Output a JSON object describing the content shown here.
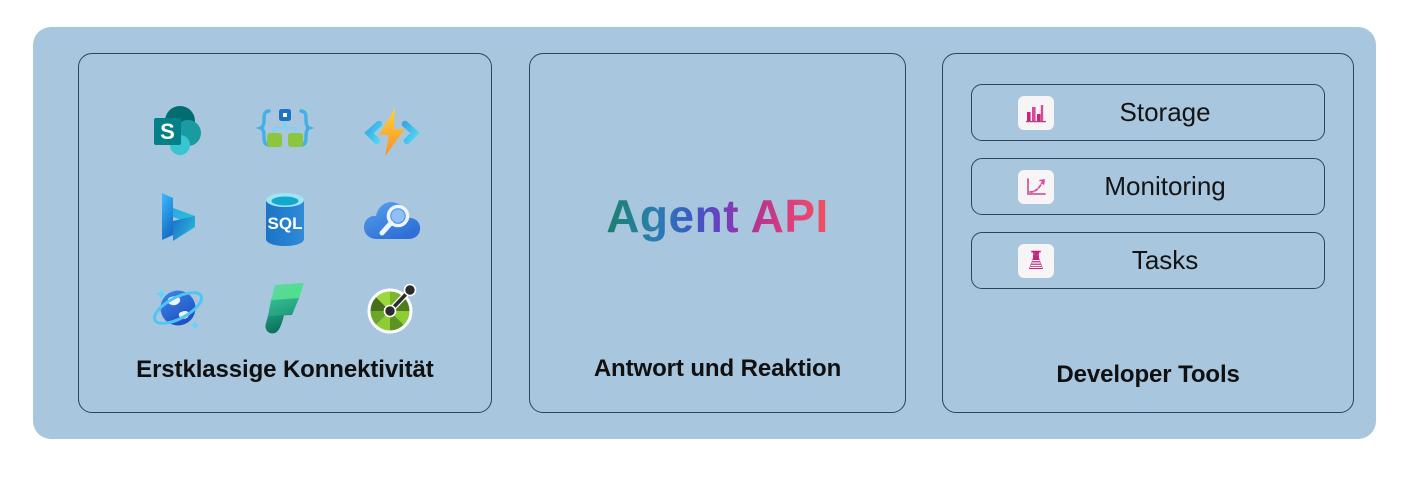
{
  "diagram": {
    "background_color": "#ffffff",
    "container_color": "#a8c6de",
    "border_color": "#31435a",
    "panels": {
      "connectivity": {
        "caption": "Erstklassige Konnektivität",
        "icons": [
          {
            "name": "sharepoint-icon",
            "label": "SharePoint"
          },
          {
            "name": "logic-apps-schema-icon",
            "label": "Logic Apps"
          },
          {
            "name": "azure-functions-icon",
            "label": "Azure Functions"
          },
          {
            "name": "bing-icon",
            "label": "Bing"
          },
          {
            "name": "azure-sql-database-icon",
            "label": "SQL"
          },
          {
            "name": "azure-ai-search-icon",
            "label": "Azure AI Search"
          },
          {
            "name": "azure-cosmos-db-icon",
            "label": "Azure Cosmos DB"
          },
          {
            "name": "microsoft-fabric-icon",
            "label": "Microsoft Fabric"
          },
          {
            "name": "dataverse-icon",
            "label": "Dataverse"
          }
        ]
      },
      "agent": {
        "title": "Agent API",
        "caption": "Antwort und Reaktion",
        "title_gradient": [
          "#1b7f6e",
          "#2a7fae",
          "#3b5bc4",
          "#6b3fc0",
          "#b8338f",
          "#e0407a",
          "#f2525f"
        ]
      },
      "devtools": {
        "caption": "Developer Tools",
        "accent_color": "#c2267f",
        "icon_tile_color": "#f7f4f5",
        "rows": [
          {
            "label": "Storage",
            "icon": "bar-chart-icon"
          },
          {
            "label": "Monitoring",
            "icon": "line-chart-icon"
          },
          {
            "label": "Tasks",
            "icon": "beaker-icon"
          }
        ]
      }
    }
  }
}
